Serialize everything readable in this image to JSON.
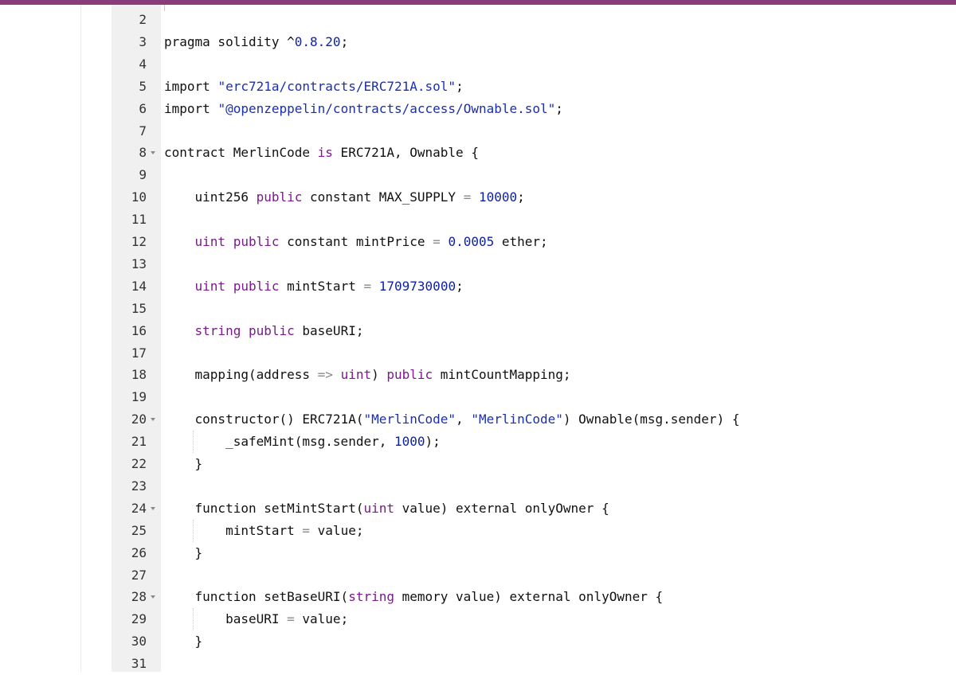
{
  "colors": {
    "accent_bar": "#8a3b7a",
    "keyword": "#7a1a8c",
    "number": "#0b1fa8",
    "string": "#1a2fb0",
    "operator": "#8a8a8a",
    "text": "#111111",
    "gutter": "#f0f0f0"
  },
  "icons": {
    "fold_marker": "triangle-down-icon"
  },
  "editor": {
    "lines": [
      {
        "n": "2"
      },
      {
        "n": "3",
        "t": [
          [
            "pragma solidity ^",
            ""
          ],
          [
            "0.8.20",
            "num"
          ],
          [
            ";",
            ""
          ]
        ]
      },
      {
        "n": "4"
      },
      {
        "n": "5",
        "t": [
          [
            "import ",
            ""
          ],
          [
            "\"erc721a/contracts/ERC721A.sol\"",
            "str"
          ],
          [
            ";",
            ""
          ]
        ]
      },
      {
        "n": "6",
        "t": [
          [
            "import ",
            ""
          ],
          [
            "\"@openzeppelin/contracts/access/Ownable.sol\"",
            "str"
          ],
          [
            ";",
            ""
          ]
        ]
      },
      {
        "n": "7"
      },
      {
        "n": "8",
        "fold": true,
        "t": [
          [
            "contract MerlinCode ",
            ""
          ],
          [
            "is",
            "kw"
          ],
          [
            " ERC721A, Ownable {",
            ""
          ]
        ]
      },
      {
        "n": "9"
      },
      {
        "n": "10",
        "t": [
          [
            "    uint256 ",
            ""
          ],
          [
            "public",
            "kw"
          ],
          [
            " constant MAX_SUPPLY ",
            ""
          ],
          [
            "=",
            "op"
          ],
          [
            " ",
            ""
          ],
          [
            "10000",
            "num"
          ],
          [
            ";",
            ""
          ]
        ]
      },
      {
        "n": "11"
      },
      {
        "n": "12",
        "t": [
          [
            "    ",
            ""
          ],
          [
            "uint public",
            "kw"
          ],
          [
            " constant mintPrice ",
            ""
          ],
          [
            "=",
            "op"
          ],
          [
            " ",
            ""
          ],
          [
            "0.0005",
            "num"
          ],
          [
            " ether;",
            ""
          ]
        ]
      },
      {
        "n": "13"
      },
      {
        "n": "14",
        "t": [
          [
            "    ",
            ""
          ],
          [
            "uint public",
            "kw"
          ],
          [
            " mintStart ",
            ""
          ],
          [
            "=",
            "op"
          ],
          [
            " ",
            ""
          ],
          [
            "1709730000",
            "num"
          ],
          [
            ";",
            ""
          ]
        ]
      },
      {
        "n": "15"
      },
      {
        "n": "16",
        "t": [
          [
            "    ",
            ""
          ],
          [
            "string public",
            "kw"
          ],
          [
            " baseURI;",
            ""
          ]
        ]
      },
      {
        "n": "17"
      },
      {
        "n": "18",
        "t": [
          [
            "    mapping(address ",
            ""
          ],
          [
            "=>",
            "op"
          ],
          [
            " ",
            ""
          ],
          [
            "uint",
            "kw"
          ],
          [
            ") ",
            ""
          ],
          [
            "public",
            "kw"
          ],
          [
            " mintCountMapping;",
            ""
          ]
        ]
      },
      {
        "n": "19"
      },
      {
        "n": "20",
        "fold": true,
        "t": [
          [
            "    constructor() ERC721A(",
            ""
          ],
          [
            "\"MerlinCode\"",
            "str"
          ],
          [
            ", ",
            ""
          ],
          [
            "\"MerlinCode\"",
            "str"
          ],
          [
            ") Ownable(msg.sender) {",
            ""
          ]
        ]
      },
      {
        "n": "21",
        "guide": true,
        "t": [
          [
            "        _safeMint(msg.sender, ",
            ""
          ],
          [
            "1000",
            "num"
          ],
          [
            ");",
            ""
          ]
        ]
      },
      {
        "n": "22",
        "t": [
          [
            "    }",
            ""
          ]
        ]
      },
      {
        "n": "23"
      },
      {
        "n": "24",
        "fold": true,
        "t": [
          [
            "    function setMintStart(",
            ""
          ],
          [
            "uint",
            "kw"
          ],
          [
            " value) external onlyOwner {",
            ""
          ]
        ]
      },
      {
        "n": "25",
        "guide": true,
        "t": [
          [
            "        mintStart ",
            ""
          ],
          [
            "=",
            "op"
          ],
          [
            " value;",
            ""
          ]
        ]
      },
      {
        "n": "26",
        "t": [
          [
            "    }",
            ""
          ]
        ]
      },
      {
        "n": "27"
      },
      {
        "n": "28",
        "fold": true,
        "t": [
          [
            "    function setBaseURI(",
            ""
          ],
          [
            "string",
            "kw"
          ],
          [
            " memory value) external onlyOwner {",
            ""
          ]
        ]
      },
      {
        "n": "29",
        "guide": true,
        "t": [
          [
            "        baseURI ",
            ""
          ],
          [
            "=",
            "op"
          ],
          [
            " value;",
            ""
          ]
        ]
      },
      {
        "n": "30",
        "t": [
          [
            "    }",
            ""
          ]
        ]
      },
      {
        "n": "31"
      }
    ]
  }
}
